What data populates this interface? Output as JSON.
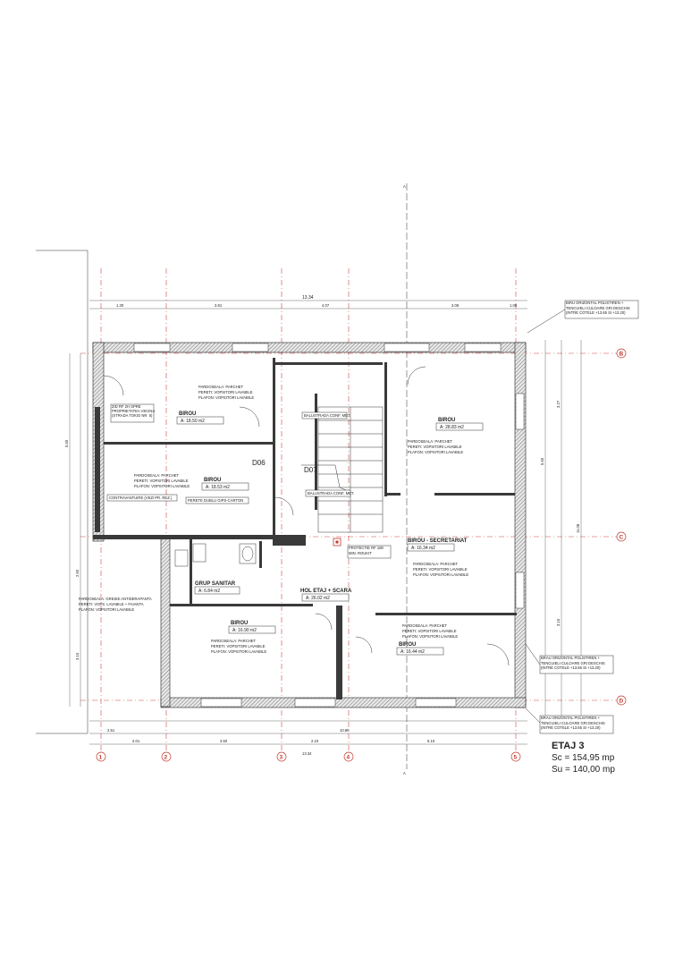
{
  "title_block": {
    "level": "ETAJ 3",
    "sc": "Sc = 154,95 mp",
    "su": "Su = 140,00 mp"
  },
  "grid": {
    "columns": [
      "1",
      "2",
      "3",
      "4",
      "5"
    ],
    "rows": [
      "B",
      "C",
      "D"
    ]
  },
  "rooms": [
    {
      "name": "BIROU",
      "area": "A: 18.50 m2"
    },
    {
      "name": "BIROU",
      "area": "A: 18.53 m2"
    },
    {
      "name": "BIROU",
      "area": "A: 28.83 m2"
    },
    {
      "name": "BIROU - SECRETARIAT",
      "area": "A: 16.34 m2"
    },
    {
      "name": "GRUP SANITAR",
      "area": "A: 6.84 m2"
    },
    {
      "name": "HOL ETAJ + SCARA",
      "area": "A: 26.02 m2"
    },
    {
      "name": "BIROU",
      "area": "A: 16.90 m2"
    },
    {
      "name": "BIROU",
      "area": "A: 16.44 m2"
    }
  ],
  "finish": {
    "l1": "PARDOSEALA: PARCHET",
    "l2": "PERETI: VOPSITORI LAVABILE",
    "l3": "PLAFON: VOPSITORI LAVABILE"
  },
  "finish_wc": {
    "l1": "PARDOSEALA: GRESIE ANTIDERAPANTA",
    "l2": "PERETI: VOPS. LAVABILE + FAIANTA",
    "l3": "PLAFON: VOPSITORI LAVABILE"
  },
  "notes": {
    "blind_wall": "ZID RF 2H SPRE PROPRIETATEA VECINA (STRADA TOKIO NR. 5)",
    "counter_wall": "CONTRAVANTUIRE (VEZI PR. REZ.)",
    "double_wall": "PERETE DUBLU GIPS-CARTON",
    "railing1": "BALUSTRADA CONF. MET.",
    "railing2": "BALUSTRADA CONF. MET.",
    "protection": "PROTECTIE RF 180 MIN. ROUKIT",
    "door1": "D06",
    "door2": "D07",
    "ins1": "BIRU ORIZONTAL POLISTIREN + TENCUIELI CULOARE GRI DESCHIS (INTRE COTELE +13.65 SI +13.20)",
    "ins2": "BRAU ORIZONTAL POLISTIREN + TENCUIELI CULOARE GRI DESCHIS (INTRE COTELE +13.65 SI +13.20)",
    "ins3": "BRAU ORIZONTAL POLISTIREN + TENCUIELI CULOARE GRI DESCHIS (INTRE COTELE +13.65 SI +13.20)"
  },
  "dims": {
    "top_total": "13.34",
    "top_a": "1.30",
    "top_b": "3.81",
    "top_c": "4.07",
    "top_d": "3.08",
    "top_e": "1.00",
    "bot_a": "2.01",
    "bot_b": "3.50",
    "bot_c": "2.10",
    "bot_d": "5.10",
    "bot_total": "13.34",
    "bot_s1": "2.51",
    "bot_s2": "10.80",
    "right_total": "11.08",
    "right_a": "3.27",
    "right_b": "3.15",
    "right_c": "5.60",
    "left_total": "5.60",
    "left_b": "3.15",
    "left_c": "2.60"
  }
}
